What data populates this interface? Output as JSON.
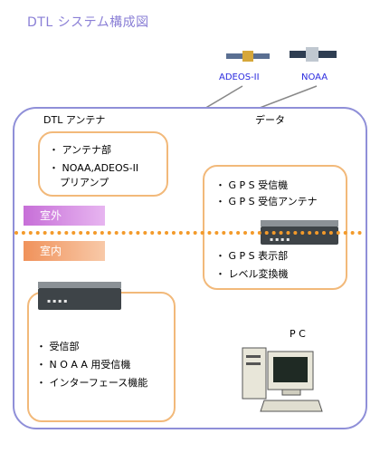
{
  "title": "DTL システム構成図",
  "satellites": {
    "adeos": "ADEOS-II",
    "noaa": "NOAA"
  },
  "labels": {
    "dtl_antenna": "DTL アンテナ",
    "data": "データ",
    "outdoor": "室外",
    "indoor": "室内",
    "pc": "P C"
  },
  "antenna_box": {
    "line1": "・ アンテナ部",
    "line2": "・ NOAA,ADEOS-II",
    "line3": "プリアンプ"
  },
  "gps_box": {
    "line1": "・ G P S 受信機",
    "line2": "・ G P S 受信アンテナ",
    "line3": "・ G P S 表示部",
    "line4": "・ レベル変換機"
  },
  "receiver_box": {
    "line1": "・ 受信部",
    "line2": "・ N O A A 用受信機",
    "line3": "・ インターフェース機能"
  },
  "device_leds": "▪▪▪▪"
}
